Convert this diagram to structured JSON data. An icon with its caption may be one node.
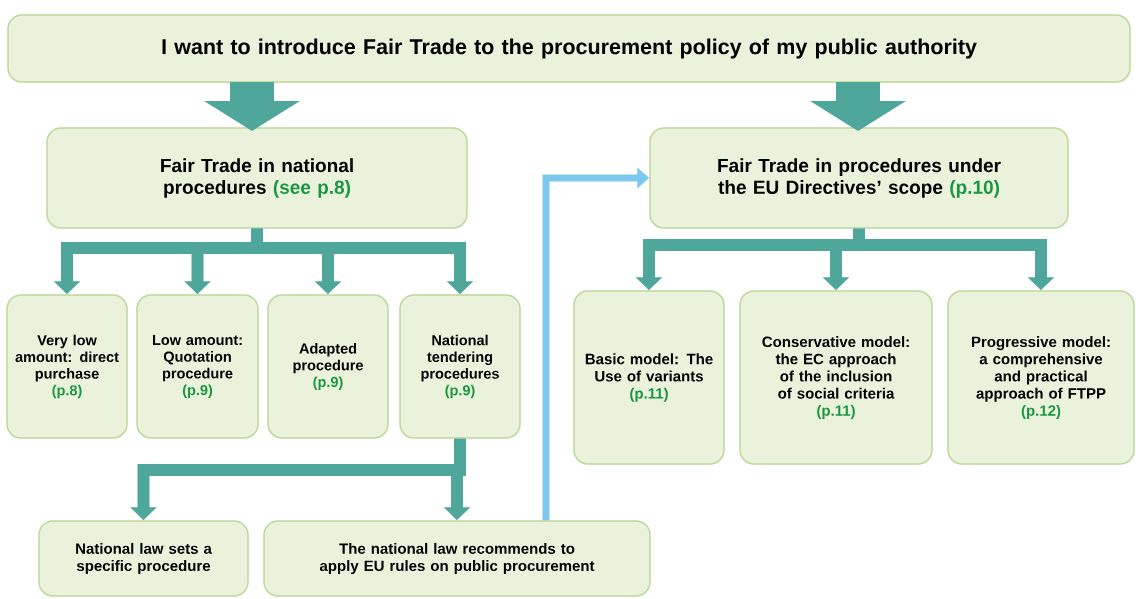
{
  "diagram": {
    "nodes": [
      {
        "text": [
          "I want to introduce Fair Trade to the procurement policy of my public authority"
        ]
      },
      {
        "text": [
          "Fair Trade in national procedures",
          "(see p.8)"
        ]
      },
      {
        "text": [
          "Fair Trade in procedures under the EU Directives’ scope",
          "(p.10)"
        ]
      },
      {
        "text": [
          "Very low amount: direct purchase",
          "(p.8)"
        ]
      },
      {
        "text": [
          "Low amount: Quotation procedure",
          "(p.9)"
        ]
      },
      {
        "text": [
          "Adapted procedure",
          "(p.9)"
        ]
      },
      {
        "text": [
          "National tendering procedures",
          "(p.9)"
        ]
      },
      {
        "text": [
          "Basic model: The Use of variants",
          "(p.11)"
        ]
      },
      {
        "text": [
          "Conservative model: the EC approach of the inclusion of social criteria",
          "(p.11)"
        ]
      },
      {
        "text": [
          "Progressive model: a comprehensive and practical approach of FTPP",
          "(p.12)"
        ]
      },
      {
        "text": [
          "National law sets a specific procedure"
        ]
      },
      {
        "text": [
          "The national law recommends to apply EU rules on public procurement"
        ]
      }
    ],
    "edges": [
      {
        "from": 0,
        "to": 1,
        "arrow": "to",
        "style": "thick"
      },
      {
        "from": 0,
        "to": 2,
        "arrow": "to",
        "style": "thick"
      },
      {
        "from": 1,
        "to": 3,
        "arrow": "to"
      },
      {
        "from": 1,
        "to": 4,
        "arrow": "to"
      },
      {
        "from": 1,
        "to": 5,
        "arrow": "to"
      },
      {
        "from": 1,
        "to": 6,
        "arrow": "to"
      },
      {
        "from": 2,
        "to": 7,
        "arrow": "to"
      },
      {
        "from": 2,
        "to": 8,
        "arrow": "to"
      },
      {
        "from": 2,
        "to": 9,
        "arrow": "to"
      },
      {
        "from": 6,
        "to": 10,
        "arrow": "to"
      },
      {
        "from": 6,
        "to": 11,
        "arrow": "to"
      },
      {
        "from": 11,
        "to": 2,
        "arrow": "to",
        "color": "#7cc8ee"
      }
    ]
  }
}
